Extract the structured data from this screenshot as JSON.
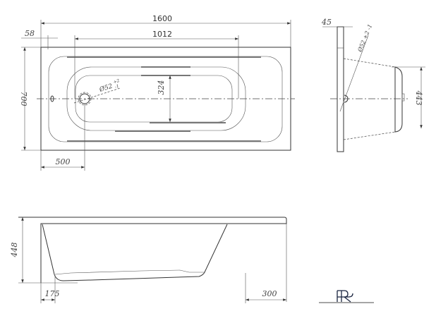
{
  "top_view": {
    "overall_length": "1600",
    "inner_length": "1012",
    "rim_offset": "58",
    "overall_width": "700",
    "drain_offset": "500",
    "inner_width": "324",
    "drain_diameter": "Ø52",
    "drain_tolerance_upper": "+2",
    "drain_tolerance_lower": "-1"
  },
  "side_view": {
    "rim_thickness": "45",
    "depth": "443",
    "drain_diameter": "Ø52 +2 -1"
  },
  "front_view": {
    "height": "448",
    "left_slope": "175",
    "right_slope": "300"
  },
  "logo": {
    "text": "PR"
  }
}
